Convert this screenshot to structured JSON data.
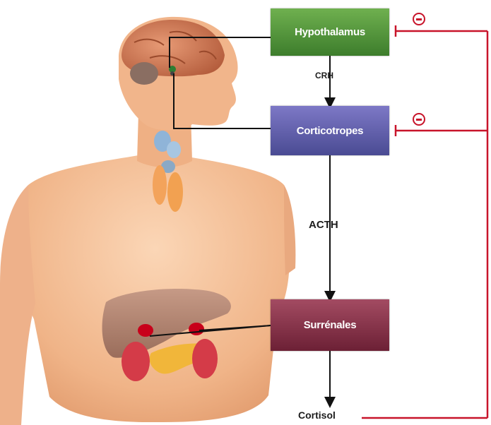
{
  "diagram": {
    "nodes": {
      "hypothalamus": "Hypothalamus",
      "corticotropes": "Corticotropes",
      "surrenales": "Surrénales"
    },
    "hormones": {
      "crh": "CRH",
      "acth": "ACTH",
      "cortisol": "Cortisol"
    },
    "inhibition_symbol": "minus-sign-icon",
    "colors": {
      "hypothalamus": "#4e8f3a",
      "corticotropes": "#5e5ea8",
      "surrenales": "#86334b",
      "feedback": "#c8142a"
    }
  }
}
